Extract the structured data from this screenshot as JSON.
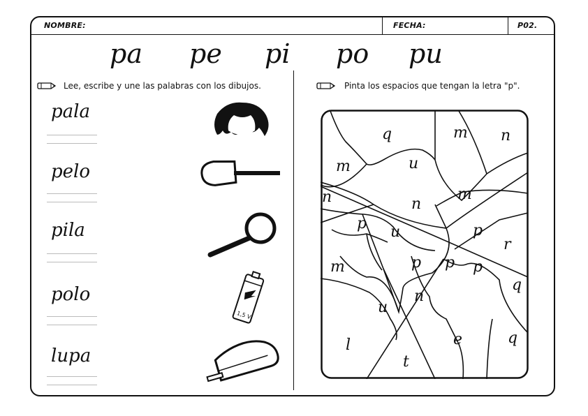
{
  "header": {
    "nombre_label": "NOMBRE:",
    "fecha_label": "FECHA:",
    "code": "P02."
  },
  "syllables": [
    "pa",
    "pe",
    "pi",
    "po",
    "pu"
  ],
  "left_instruction": "Lee, escribe y une las palabras con los dibujos.",
  "right_instruction": "Pinta los espacios que tengan la letra \"p\".",
  "words": [
    "pala",
    "pelo",
    "pila",
    "polo",
    "lupa"
  ],
  "pictures": [
    "hair-icon",
    "shovel-icon",
    "magnifier-icon",
    "battery-icon",
    "popsicle-icon"
  ],
  "battery_text": "1,5 V",
  "map_letters": [
    "q",
    "m",
    "n",
    "m",
    "u",
    "n",
    "n",
    "m",
    "p",
    "u",
    "p",
    "r",
    "m",
    "p",
    "p",
    "p",
    "q",
    "n",
    "u",
    "l",
    "e",
    "q",
    "t"
  ]
}
